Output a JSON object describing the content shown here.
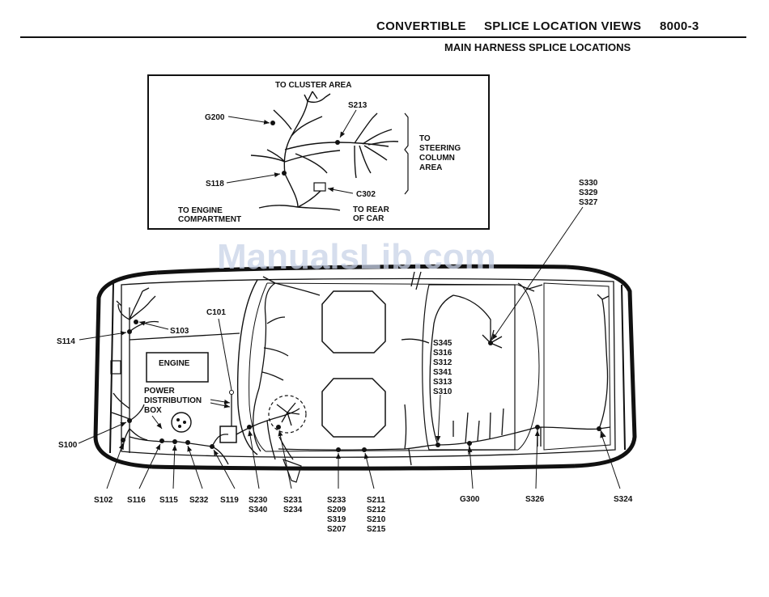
{
  "header": {
    "section": "CONVERTIBLE",
    "title": "SPLICE LOCATION VIEWS",
    "page": "8000-3",
    "subtitle": "MAIN HARNESS SPLICE LOCATIONS"
  },
  "watermark": "ManualsLib.com",
  "inset": {
    "top": "TO CLUSTER AREA",
    "g200": "G200",
    "s213": "S213",
    "s118": "S118",
    "c302": "C302",
    "steering": [
      "TO",
      "STEERING",
      "COLUMN",
      "AREA"
    ],
    "engine": [
      "TO ENGINE",
      "COMPARTMENT"
    ],
    "rear": [
      "TO REAR",
      "OF CAR"
    ]
  },
  "car": {
    "engine": "ENGINE",
    "power_box": [
      "POWER",
      "DISTRIBUTION",
      "BOX"
    ],
    "c101": "C101",
    "s114": "S114",
    "s103": "S103",
    "s100": "S100",
    "rear_group": [
      "S330",
      "S329",
      "S327"
    ],
    "mid_group": [
      "S345",
      "S316",
      "S312",
      "S341",
      "S313",
      "S310"
    ]
  },
  "bottom": {
    "s102": "S102",
    "s116": "S116",
    "s115": "S115",
    "s232": "S232",
    "s119": "S119",
    "g1": [
      "S230",
      "S340"
    ],
    "g2": [
      "S231",
      "S234"
    ],
    "g3": [
      "S233",
      "S209",
      "S319",
      "S207"
    ],
    "g4": [
      "S211",
      "S212",
      "S210",
      "S215"
    ],
    "g300": "G300",
    "s326": "S326",
    "s324": "S324"
  }
}
